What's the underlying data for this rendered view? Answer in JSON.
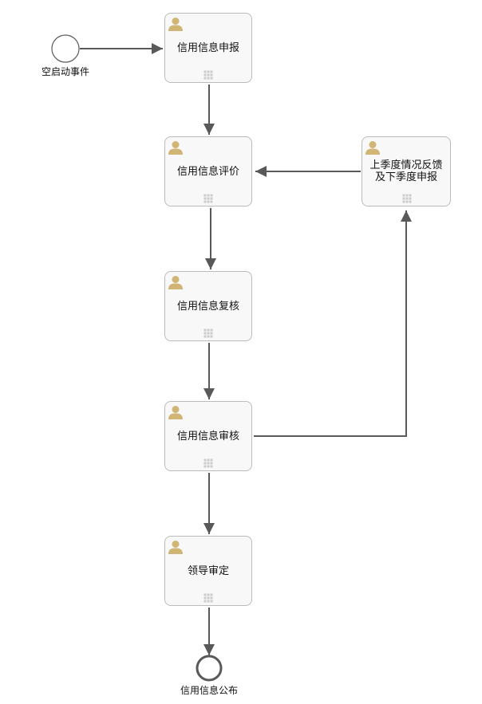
{
  "diagram": {
    "start_event": {
      "label": "空启动事件"
    },
    "end_event": {
      "label": "信用信息公布"
    },
    "tasks": [
      {
        "id": "t1",
        "label": "信用信息申报",
        "icon": "user-icon"
      },
      {
        "id": "t2",
        "label": "信用信息评价",
        "icon": "user-icon"
      },
      {
        "id": "t3",
        "label": "信用信息复核",
        "icon": "user-icon"
      },
      {
        "id": "t4",
        "label": "信用信息审核",
        "icon": "user-icon"
      },
      {
        "id": "t5",
        "label": "领导审定",
        "icon": "user-icon"
      },
      {
        "id": "t6",
        "label": "上季度情况反馈\n及下季度申报",
        "icon": "user-icon"
      }
    ],
    "colors": {
      "task_fill": "#f8f8f8",
      "task_border": "#bbbbbb",
      "flow_line": "#595959",
      "user_icon": "#d1b574"
    }
  }
}
